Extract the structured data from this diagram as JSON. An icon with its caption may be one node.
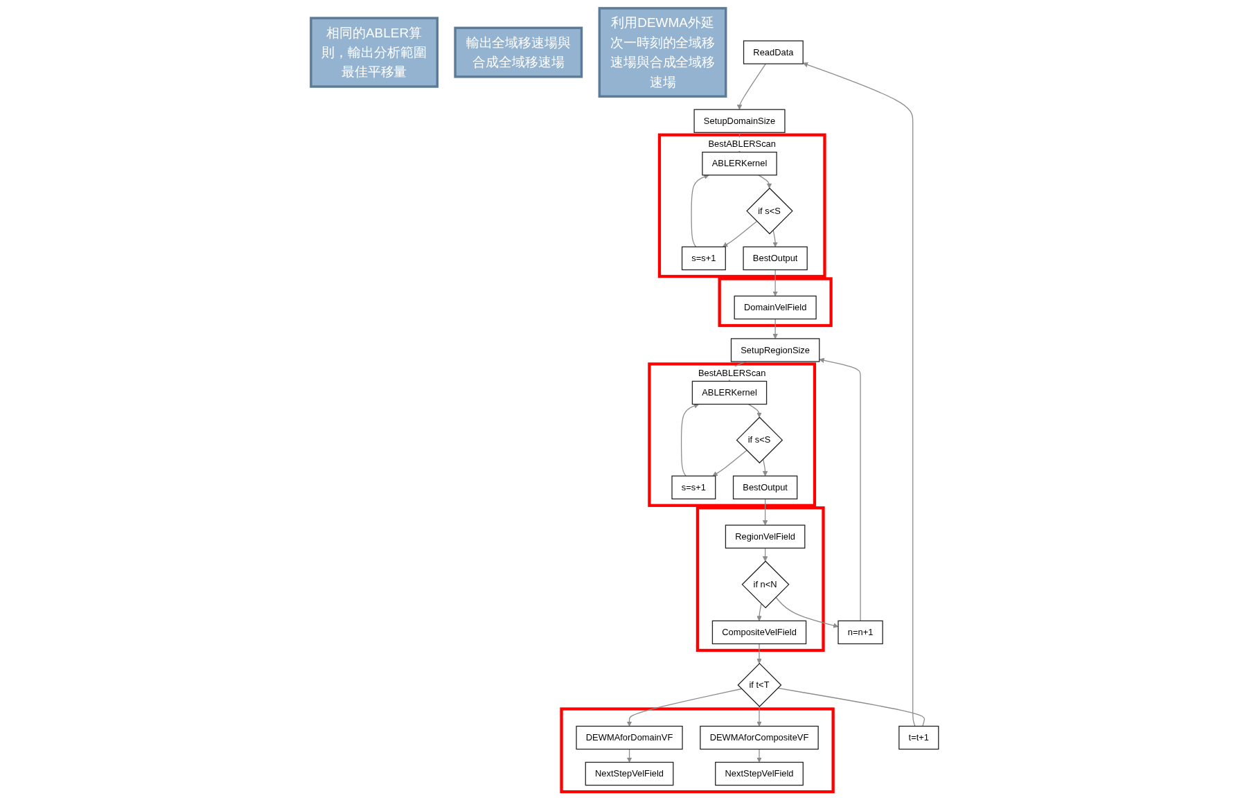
{
  "diagram": {
    "nodes": [
      {
        "text": [
          "ReadData"
        ]
      },
      {
        "text": [
          "SetupDomainSize"
        ]
      },
      {
        "text": [
          "SetupRegionSize"
        ]
      },
      {
        "text": [
          "t=t+1"
        ]
      },
      {
        "text": [
          "BestABLERScan"
        ]
      },
      {
        "text": [
          "ABLERKernel"
        ],
        "in": 4
      },
      {
        "text": [
          "s=s+1"
        ],
        "in": 4
      },
      {
        "text": [
          "if s<S"
        ],
        "in": 4
      },
      {
        "text": [
          "BestOutput"
        ],
        "in": 4
      },
      {
        "text": [
          "BestABLERScan"
        ]
      },
      {
        "text": [
          "ABLERKernel"
        ],
        "in": 9
      },
      {
        "text": [
          "if s<S"
        ],
        "in": 9
      },
      {
        "text": [
          "s=s+1"
        ],
        "in": 9
      },
      {
        "text": [
          "BestOutput"
        ],
        "in": 9
      },
      {
        "text": [
          "n=n+1"
        ]
      },
      {
        "text": [],
        "shape": "box"
      },
      {
        "text": [
          "DomainVelField"
        ],
        "in": 15
      },
      {
        "text": [],
        "shape": "box"
      },
      {
        "text": [
          "RegionVelField"
        ],
        "in": 17
      },
      {
        "text": [
          "if n<N"
        ],
        "in": 17
      },
      {
        "text": [
          "CompositeVelField"
        ],
        "in": 17
      },
      {
        "text": [
          "if t<T"
        ]
      },
      {
        "text": [],
        "shape": "box"
      },
      {
        "text": [
          "DEWMAforDomainVF"
        ],
        "in": 22
      },
      {
        "text": [
          "NextStepVelField"
        ],
        "in": 22
      },
      {
        "text": [
          "DEWMAforCompositeVF"
        ],
        "in": 22
      },
      {
        "text": [
          "NextStepVelField"
        ],
        "in": 22
      },
      {
        "text": [
          "相同的ABLER算則，輸出分析範圍最佳平移量"
        ]
      },
      {
        "text": [
          "輸出全域移速場與合成全域移速場"
        ]
      },
      {
        "text": [
          "利用DEWMA外延次一時刻的全域移速場與合成全域移速場"
        ]
      }
    ],
    "edges": [
      {
        "from": 0,
        "to": 1,
        "arrow": "to"
      },
      {
        "from": 1,
        "to": 5,
        "arrow": "to"
      },
      {
        "from": 5,
        "to": 7,
        "arrow": "to"
      },
      {
        "from": 7,
        "to": 6,
        "arrow": "to"
      },
      {
        "from": 6,
        "to": 5,
        "arrow": "to"
      },
      {
        "from": 7,
        "to": 8,
        "arrow": "to"
      },
      {
        "from": 8,
        "to": 16,
        "arrow": "to"
      },
      {
        "from": 16,
        "to": 2,
        "arrow": "to"
      },
      {
        "from": 2,
        "to": 10,
        "arrow": "to"
      },
      {
        "from": 10,
        "to": 11,
        "arrow": "to"
      },
      {
        "from": 11,
        "to": 12,
        "arrow": "to"
      },
      {
        "from": 12,
        "to": 10,
        "arrow": "to"
      },
      {
        "from": 11,
        "to": 13,
        "arrow": "to"
      },
      {
        "from": 13,
        "to": 18,
        "arrow": "to"
      },
      {
        "from": 18,
        "to": 19,
        "arrow": "to"
      },
      {
        "from": 19,
        "to": 20,
        "arrow": "to"
      },
      {
        "from": 19,
        "to": 14,
        "arrow": "to"
      },
      {
        "from": 14,
        "to": 2,
        "arrow": "to"
      },
      {
        "from": 20,
        "to": 21,
        "arrow": "to"
      },
      {
        "from": 21,
        "to": 3,
        "arrow": "none"
      },
      {
        "from": 3,
        "to": 0,
        "arrow": "to"
      },
      {
        "from": 21,
        "to": 23,
        "arrow": "to"
      },
      {
        "from": 21,
        "to": 25,
        "arrow": "to"
      },
      {
        "from": 23,
        "to": 24,
        "arrow": "to"
      },
      {
        "from": 25,
        "to": 26,
        "arrow": "to"
      }
    ]
  }
}
